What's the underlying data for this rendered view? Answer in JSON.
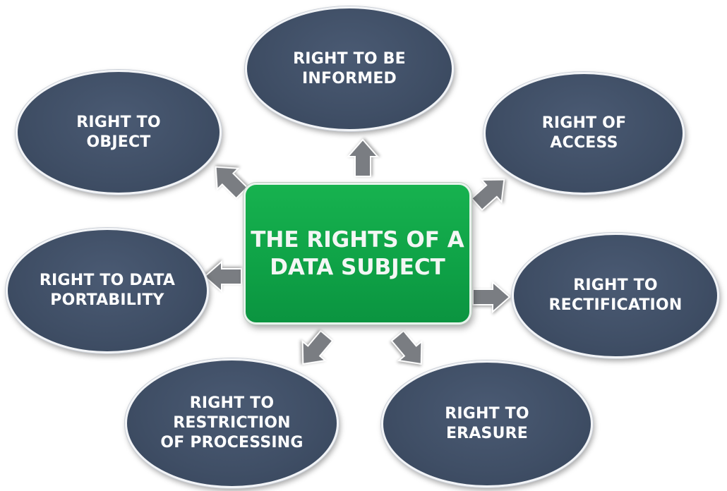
{
  "center": {
    "label": "THE RIGHTS OF A\nDATA SUBJECT"
  },
  "rights": {
    "informed": "RIGHT TO BE\nINFORMED",
    "access": "RIGHT OF\nACCESS",
    "rectification": "RIGHT TO\nRECTIFICATION",
    "erasure": "RIGHT TO\nERASURE",
    "restriction": "RIGHT TO\nRESTRICTION\nOF PROCESSING",
    "portability": "RIGHT TO DATA\nPORTABILITY",
    "object": "RIGHT TO\nOBJECT"
  },
  "colors": {
    "oval_fill": "#3f4e65",
    "center_fill": "#0fa347",
    "arrow_fill": "#7a7d82",
    "text": "#ffffff"
  }
}
